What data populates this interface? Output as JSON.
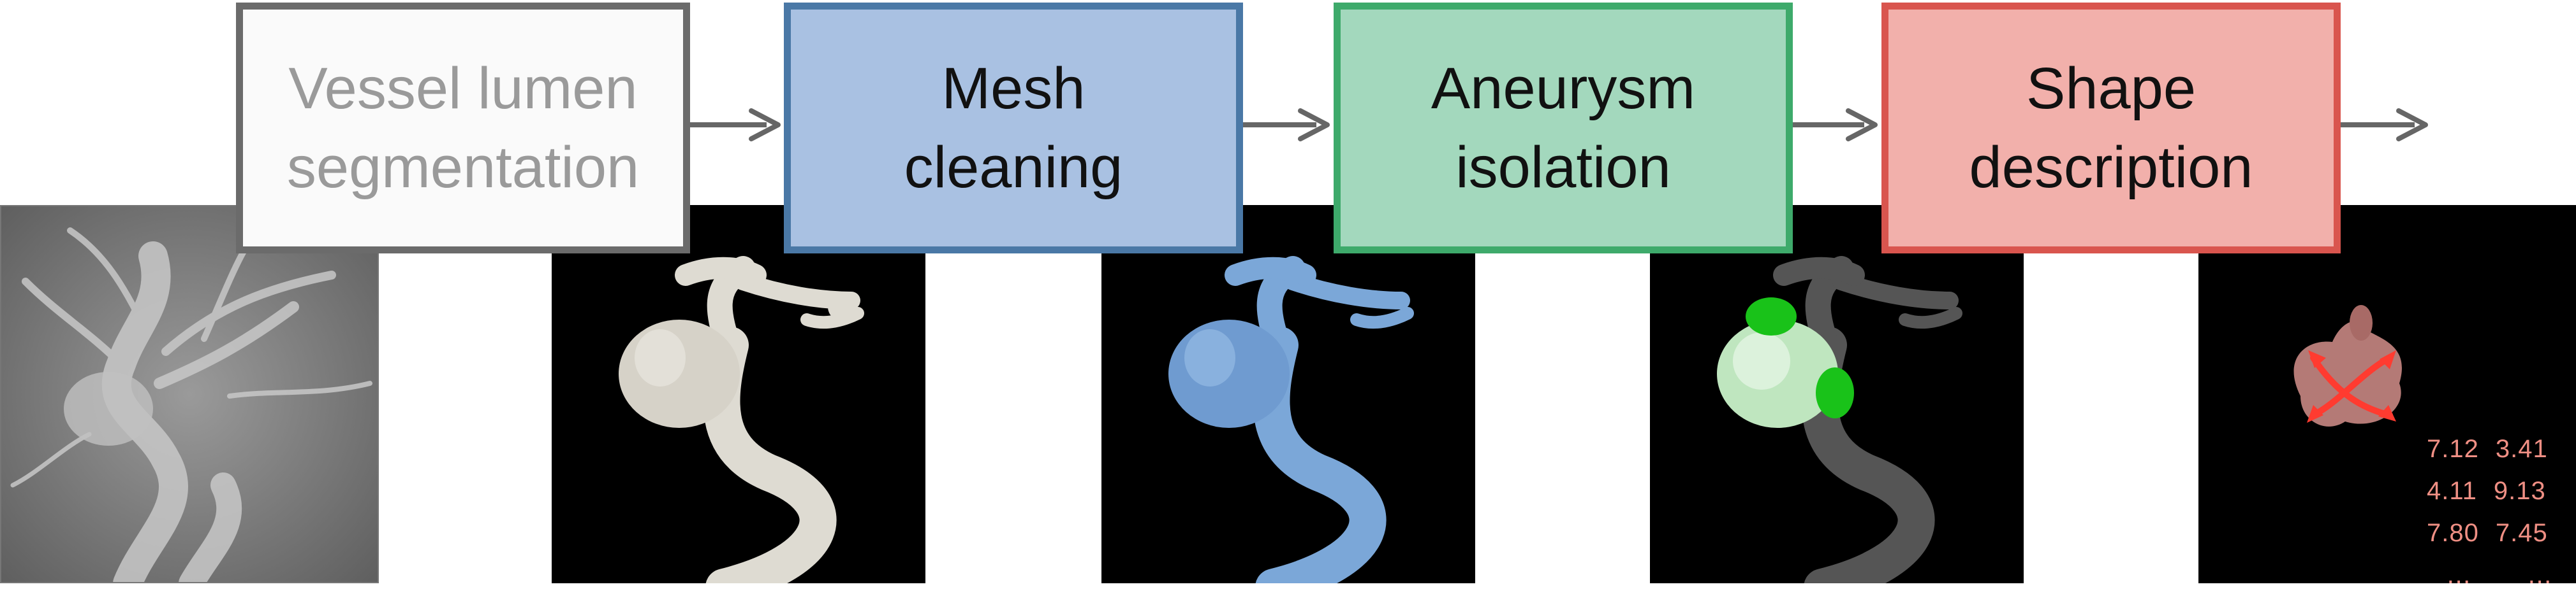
{
  "steps": [
    {
      "label_line1": "Vessel lumen",
      "label_line2": "segmentation",
      "text_color": "#9a9a9a",
      "fill": "#fafafa",
      "border": "#6b6b6b"
    },
    {
      "label_line1": "Mesh",
      "label_line2": "cleaning",
      "text_color": "#111111",
      "fill": "#a9c1e2",
      "border": "#4a78a6"
    },
    {
      "label_line1": "Aneurysm",
      "label_line2": "isolation",
      "text_color": "#111111",
      "fill": "#a3d8bd",
      "border": "#3eaa6b"
    },
    {
      "label_line1": "Shape",
      "label_line2": "description",
      "text_color": "#111111",
      "fill": "#f2b0ab",
      "border": "#d9554e"
    }
  ],
  "images": [
    {
      "name": "angiography-image",
      "description_icon": "grayscale-angiogram"
    },
    {
      "name": "raw-mesh-render",
      "vessel_color": "#dedbd2"
    },
    {
      "name": "cleaned-mesh-render",
      "vessel_color": "#7ba7d8"
    },
    {
      "name": "isolated-aneurysm-render",
      "vessel_color": "#555555",
      "aneurysm_color": "#bfe6bf",
      "neck_color": "#19c219"
    },
    {
      "name": "shape-description-render",
      "aneurysm_color": "#b47a76",
      "arrow_color": "#ff3b30"
    }
  ],
  "shape_values": [
    [
      "7.12",
      "3.41"
    ],
    [
      "4.11",
      "9.13"
    ],
    [
      "7.80",
      "7.45"
    ],
    [
      "…",
      "…"
    ]
  ],
  "arrow_color": "#666666"
}
